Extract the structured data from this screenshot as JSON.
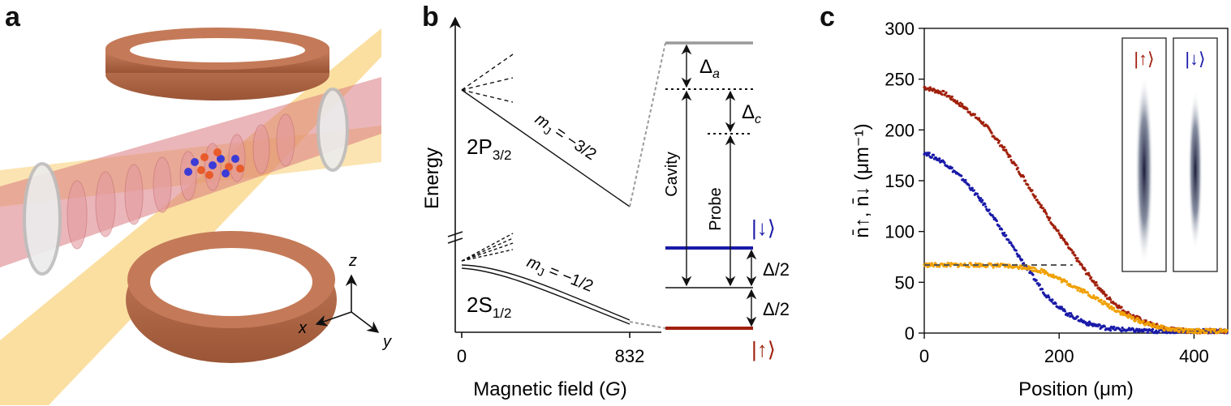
{
  "panels": {
    "a": {
      "letter": "a",
      "axes": {
        "x": "x",
        "y": "y",
        "z": "z"
      }
    },
    "b": {
      "letter": "b",
      "y_label": "Energy",
      "x_label_pre": "Magnetic field (",
      "x_label_var": "G",
      "x_label_post": ")",
      "x_ticks": [
        "0",
        "832"
      ],
      "state_p_main": "2P",
      "state_p_sub": "3/2",
      "state_s_main": "2S",
      "state_s_sub": "1/2",
      "mj_p": "m",
      "mj_p_sub": "J",
      "mj_p_val": " = −3/2",
      "mj_s": "m",
      "mj_s_sub": "J",
      "mj_s_val": " = −1/2",
      "cavity": "Cavity",
      "probe": "Probe",
      "delta_a": "Δ",
      "delta_a_sub": "a",
      "delta_c": "Δ",
      "delta_c_sub": "c",
      "half_delta_upper": "Δ/2",
      "half_delta_lower": "Δ/2",
      "ket_down": "|↓⟩",
      "ket_up": "|↑⟩",
      "colors": {
        "down": "#1a1aa8",
        "up": "#a0200c",
        "gray": "#9a9a9a"
      }
    },
    "c": {
      "letter": "c",
      "inset_up": "|↑⟩",
      "inset_down": "|↓⟩"
    }
  },
  "chart_data": {
    "type": "scatter",
    "xlabel": "Position (μm)",
    "ylabel": "n̄↑, n̄↓ (μm⁻¹)",
    "xlim": [
      0,
      450
    ],
    "ylim": [
      0,
      300
    ],
    "x_ticks": [
      0,
      200,
      400
    ],
    "y_ticks": [
      0,
      50,
      100,
      150,
      200,
      250,
      300
    ],
    "reference_line": {
      "y": 67,
      "x_range": [
        0,
        220
      ],
      "style": "dashed",
      "color": "#555555"
    },
    "series": [
      {
        "color": "#a0200c",
        "x": [
          0,
          30,
          60,
          90,
          120,
          150,
          180,
          210,
          240,
          270,
          300,
          330,
          360,
          390,
          420,
          450
        ],
        "y": [
          242,
          236,
          222,
          205,
          180,
          150,
          118,
          88,
          60,
          36,
          20,
          10,
          4,
          2,
          2,
          2
        ]
      },
      {
        "color": "#1a1aa8",
        "x": [
          0,
          30,
          60,
          90,
          120,
          150,
          180,
          210,
          240,
          270,
          300,
          330,
          360,
          390,
          420,
          450
        ],
        "y": [
          178,
          168,
          150,
          126,
          96,
          66,
          38,
          20,
          10,
          5,
          3,
          2,
          2,
          2,
          2,
          2
        ]
      },
      {
        "color": "#f0a000",
        "x": [
          0,
          30,
          60,
          90,
          120,
          150,
          180,
          210,
          240,
          270,
          300,
          330,
          360,
          390,
          420,
          450
        ],
        "y": [
          67,
          67,
          67,
          67,
          66,
          65,
          60,
          50,
          40,
          28,
          17,
          9,
          4,
          2,
          2,
          2
        ]
      }
    ]
  }
}
